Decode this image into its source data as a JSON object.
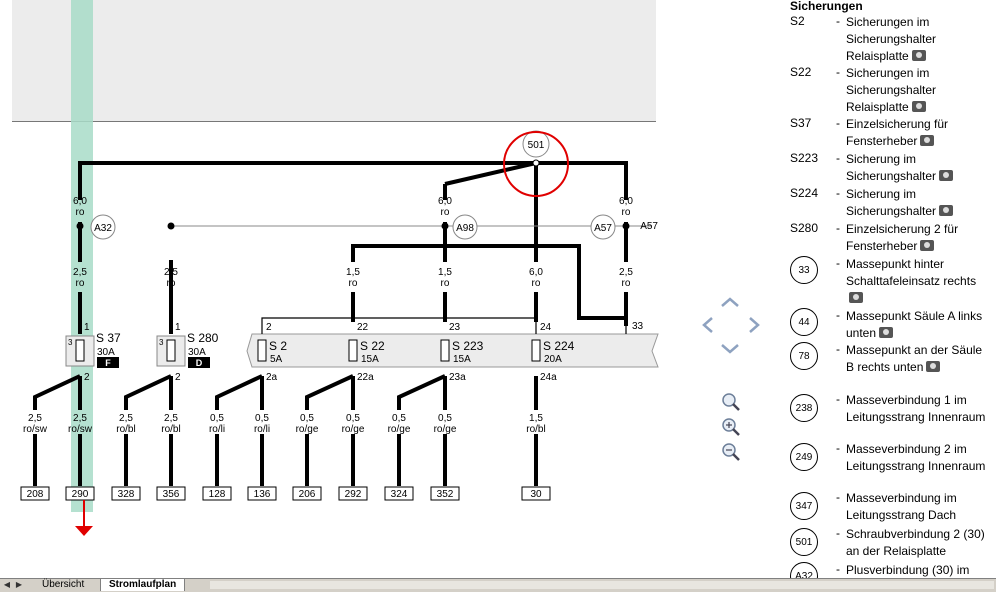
{
  "diagram": {
    "connector_501": "501",
    "plus_connections": [
      "A32",
      "A98",
      "A57"
    ],
    "a57_ref": "A57",
    "wires": {
      "w60": "6,0",
      "w25": "2,5",
      "w15": "1,5",
      "w05": "0,5",
      "ro": "ro",
      "ro_sw": "ro/sw",
      "ro_bl": "ro/bl",
      "ro_li": "ro/li",
      "ro_ge": "ro/ge"
    },
    "fuses": [
      {
        "name": "S 37",
        "rating": "30A",
        "box": "F"
      },
      {
        "name": "S 280",
        "rating": "30A",
        "box": "D"
      },
      {
        "name": "S 2",
        "rating": "5A"
      },
      {
        "name": "S 22",
        "rating": "15A"
      },
      {
        "name": "S 223",
        "rating": "15A"
      },
      {
        "name": "S 224",
        "rating": "20A"
      }
    ],
    "pins_top": [
      "1",
      "1",
      "2",
      "22",
      "23",
      "24",
      "33"
    ],
    "pins_bottom": [
      "2",
      "2",
      "2a",
      "22a",
      "23a",
      "24a"
    ],
    "pin_3": "3",
    "terminals": [
      "208",
      "290",
      "328",
      "356",
      "128",
      "136",
      "206",
      "292",
      "324",
      "352",
      "30"
    ]
  },
  "legend": {
    "title": "Sicherungen",
    "items": [
      {
        "code": "S2",
        "desc": "Sicherungen im Sicherungshalter Relaisplatte"
      },
      {
        "code": "S22",
        "desc": "Sicherungen im Sicherungshalter Relaisplatte"
      },
      {
        "code": "S37",
        "desc": "Einzelsicherung für Fensterheber"
      },
      {
        "code": "S223",
        "desc": "Sicherung im Sicherungshalter"
      },
      {
        "code": "S224",
        "desc": "Sicherung im Sicherungshalter"
      },
      {
        "code": "S280",
        "desc": "Einzelsicherung 2 für Fensterheber"
      },
      {
        "code": "33",
        "desc": "Massepunkt hinter Schalttafeleinsatz rechts"
      },
      {
        "code": "44",
        "desc": "Massepunkt Säule A links unten"
      },
      {
        "code": "78",
        "desc": "Massepunkt an der Säule B rechts unten"
      },
      {
        "code": "238",
        "desc": "Masseverbindung 1 im Leitungsstrang Innenraum"
      },
      {
        "code": "249",
        "desc": "Masseverbindung 2 im Leitungsstrang Innenraum"
      },
      {
        "code": "347",
        "desc": "Masseverbindung im Leitungsstrang Dach"
      },
      {
        "code": "501",
        "desc": "Schraubverbindung 2 (30) an der Relaisplatte"
      },
      {
        "code": "A32",
        "desc": "Plusverbindung (30) im"
      }
    ]
  },
  "tabs": [
    {
      "label": "Übersicht",
      "active": false
    },
    {
      "label": "Stromlaufplan",
      "active": true
    }
  ],
  "colors": {
    "highlight": "#a8dcc8",
    "accent_red": "#e00000"
  }
}
